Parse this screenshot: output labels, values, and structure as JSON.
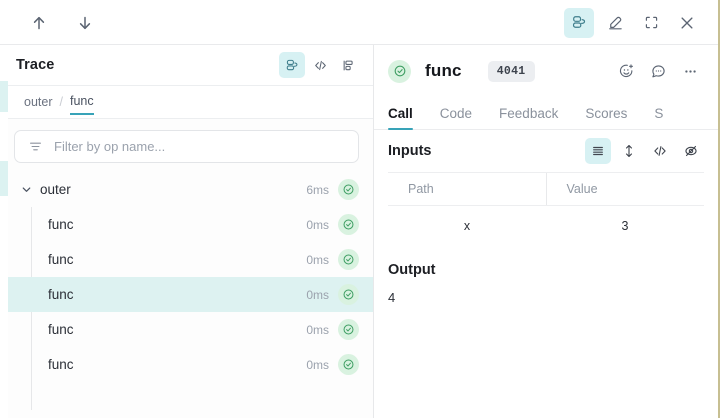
{
  "topbar": {
    "nav_up": "arrow-up",
    "nav_down": "arrow-down",
    "actions": [
      {
        "icon": "stack-layers-icon",
        "active": true
      },
      {
        "icon": "highlighter-pen-icon",
        "active": false
      },
      {
        "icon": "fullscreen-expand-icon",
        "active": false
      },
      {
        "icon": "close-x-icon",
        "active": false
      }
    ]
  },
  "trace_panel": {
    "title": "Trace",
    "header_icons": [
      {
        "icon": "stack-layers-icon",
        "active": true
      },
      {
        "icon": "code-brackets-icon",
        "active": false
      },
      {
        "icon": "flame-graph-icon",
        "active": false
      }
    ],
    "breadcrumb": {
      "root": "outer",
      "separator": "/",
      "current": "func"
    },
    "filter": {
      "icon": "filter-icon",
      "value": "",
      "placeholder": "Filter by op name..."
    },
    "rows": [
      {
        "name": "outer",
        "duration": "6ms",
        "depth": 0,
        "expanded": true,
        "selected": false,
        "status": "success"
      },
      {
        "name": "func",
        "duration": "0ms",
        "depth": 1,
        "expanded": false,
        "selected": false,
        "status": "success"
      },
      {
        "name": "func",
        "duration": "0ms",
        "depth": 1,
        "expanded": false,
        "selected": false,
        "status": "success"
      },
      {
        "name": "func",
        "duration": "0ms",
        "depth": 1,
        "expanded": false,
        "selected": true,
        "status": "success"
      },
      {
        "name": "func",
        "duration": "0ms",
        "depth": 1,
        "expanded": false,
        "selected": false,
        "status": "success"
      },
      {
        "name": "func",
        "duration": "0ms",
        "depth": 1,
        "expanded": false,
        "selected": false,
        "status": "success"
      }
    ]
  },
  "call_panel": {
    "status_icon": "check-circle-icon",
    "title": "func",
    "badge": "4041",
    "header_icons": [
      {
        "icon": "add-reaction-icon"
      },
      {
        "icon": "comment-bubble-icon"
      },
      {
        "icon": "more-options-icon"
      }
    ],
    "tabs": [
      {
        "label": "Call",
        "active": true
      },
      {
        "label": "Code",
        "active": false
      },
      {
        "label": "Feedback",
        "active": false
      },
      {
        "label": "Scores",
        "active": false
      },
      {
        "label": "S",
        "active": false
      }
    ],
    "inputs": {
      "title": "Inputs",
      "view_icons": [
        {
          "icon": "list-view-icon",
          "active": true
        },
        {
          "icon": "expand-collapse-icon",
          "active": false
        },
        {
          "icon": "code-brackets-icon",
          "active": false
        },
        {
          "icon": "hide-eye-icon",
          "active": false
        }
      ],
      "columns": [
        "Path",
        "Value"
      ],
      "rows": [
        {
          "path": "x",
          "value": "3"
        }
      ]
    },
    "output": {
      "title": "Output",
      "value": "4"
    }
  },
  "colors": {
    "accent_teal": "#38a3b8",
    "accent_teal_bg": "#d7f1f3",
    "selected_row_bg": "#ddf2f1",
    "success_green": "#3f9e63",
    "success_green_bg": "#d9f2e0",
    "text_primary": "#16181d",
    "text_muted": "#9ba2ad",
    "right_border": "#c7bf92"
  }
}
